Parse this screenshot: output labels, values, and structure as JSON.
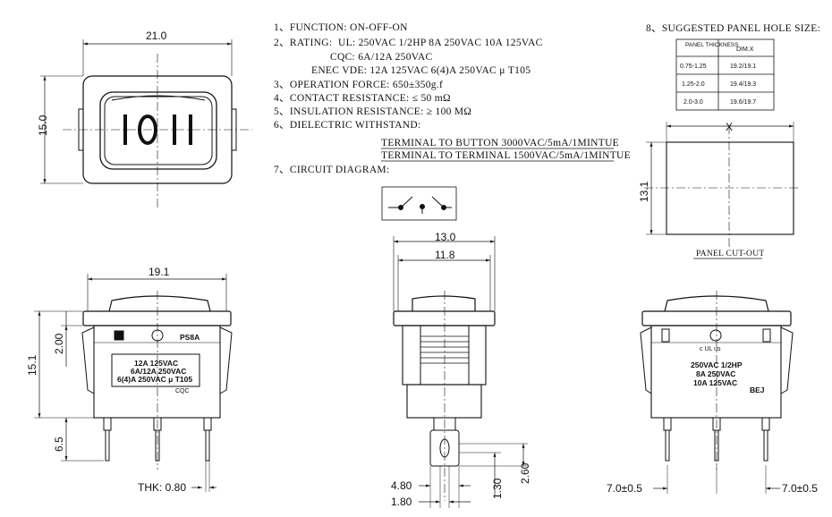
{
  "dimensions": {
    "top_width": "21.0",
    "top_height": "15.0",
    "front_width": "19.1",
    "front_height": "15.1",
    "front_offset": "2.00",
    "pin_length": "6.5",
    "thickness": "THK: 0.80",
    "side_width": "13.0",
    "side_inner": "11.8",
    "terminal_width": "4.80",
    "terminal_hole": "1.80",
    "terminal_slot": "1.30",
    "terminal_depth": "2.60",
    "pin_pitch_left": "7.0±0.5",
    "pin_pitch_right": "7.0±0.5",
    "cutout_width": "X",
    "cutout_height": "13.1"
  },
  "rocker_symbols": "I O I I",
  "specs": {
    "function": "1、FUNCTION:   ON-OFF-ON",
    "rating_label": "2、RATING:",
    "rating_ul": "UL:  250VAC 1/2HP 8A 250VAC 10A 125VAC",
    "rating_cqc": "CQC:  6A/12A   250VAC",
    "rating_enec": "ENEC VDE:    12A 125VAC 6(4)A 250VAC μ T105",
    "operation_force": "3、OPERATION FORCE: 650±350g.f",
    "contact_resistance": "4、CONTACT RESISTANCE: ≤ 50 mΩ",
    "insulation_resistance": "5、INSULATION RESISTANCE: ≥ 100 MΩ",
    "dielectric": "6、DIELECTRIC WITHSTAND:",
    "dielectric_button": "TERMINAL TO BUTTON 3000VAC/5mA/1MINTUE",
    "dielectric_terminal": "TERMINAL TO TERMINAL 1500VAC/5mA/1MINTUE",
    "circuit_diagram": "7、CIRCUIT DIAGRAM:"
  },
  "panel_table": {
    "title": "8、SUGGESTED PANEL HOLE SIZE:",
    "header_thickness": "PANEL THICKNESS",
    "header_dim": "DIM.X",
    "rows": [
      {
        "thickness": "0.75-1.25",
        "dim": "19.2/19.1"
      },
      {
        "thickness": "1.25-2.0",
        "dim": "19.4/19.3"
      },
      {
        "thickness": "2.0-3.0",
        "dim": "19.6/19.7"
      }
    ]
  },
  "panel_cutout_label": "PANEL CUT-OUT",
  "front_label": {
    "model": "PS8A",
    "line1": "12A 125VAC",
    "line2": "6A/12A 250VAC",
    "line3": "6(4)A 250VAC μ T105",
    "marks": "CQC"
  },
  "back_label": {
    "cert": "c UL us",
    "line1": "250VAC 1/2HP",
    "line2": "8A  250VAC",
    "line3": "10A  125VAC",
    "brand": "BEJ"
  }
}
